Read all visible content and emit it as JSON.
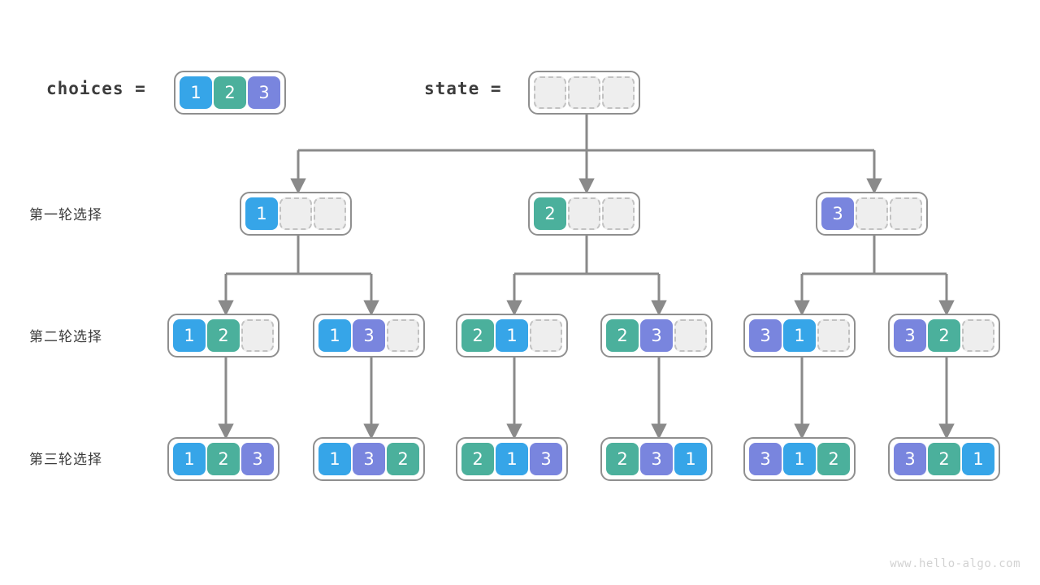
{
  "header": {
    "choices_label": "choices =",
    "choices_values": [
      "1",
      "2",
      "3"
    ],
    "state_label": "state =",
    "state_values": [
      "",
      "",
      ""
    ]
  },
  "row_labels": [
    "第一轮选择",
    "第二轮选择",
    "第三轮选择"
  ],
  "colors": {
    "blue": "#36a5e8",
    "green": "#4bb09c",
    "purple": "#7985de",
    "empty_fill": "#eeeeee",
    "empty_border": "#c2c2c2",
    "container_border": "#8f8f8f",
    "edge": "#8a8a8a",
    "text": "#3c3c3c",
    "watermark": "#d2d2d2",
    "background": "#ffffff"
  },
  "tree": {
    "root": {
      "values": [
        "",
        "",
        ""
      ]
    },
    "level1": [
      {
        "values": [
          "1",
          "",
          ""
        ]
      },
      {
        "values": [
          "2",
          "",
          ""
        ]
      },
      {
        "values": [
          "3",
          "",
          ""
        ]
      }
    ],
    "level2": [
      {
        "values": [
          "1",
          "2",
          ""
        ]
      },
      {
        "values": [
          "1",
          "3",
          ""
        ]
      },
      {
        "values": [
          "2",
          "1",
          ""
        ]
      },
      {
        "values": [
          "2",
          "3",
          ""
        ]
      },
      {
        "values": [
          "3",
          "1",
          ""
        ]
      },
      {
        "values": [
          "3",
          "2",
          ""
        ]
      }
    ],
    "level3": [
      {
        "values": [
          "1",
          "2",
          "3"
        ]
      },
      {
        "values": [
          "1",
          "3",
          "2"
        ]
      },
      {
        "values": [
          "2",
          "1",
          "3"
        ]
      },
      {
        "values": [
          "2",
          "3",
          "1"
        ]
      },
      {
        "values": [
          "3",
          "1",
          "2"
        ]
      },
      {
        "values": [
          "3",
          "2",
          "1"
        ]
      }
    ]
  },
  "watermark": "www.hello-algo.com"
}
